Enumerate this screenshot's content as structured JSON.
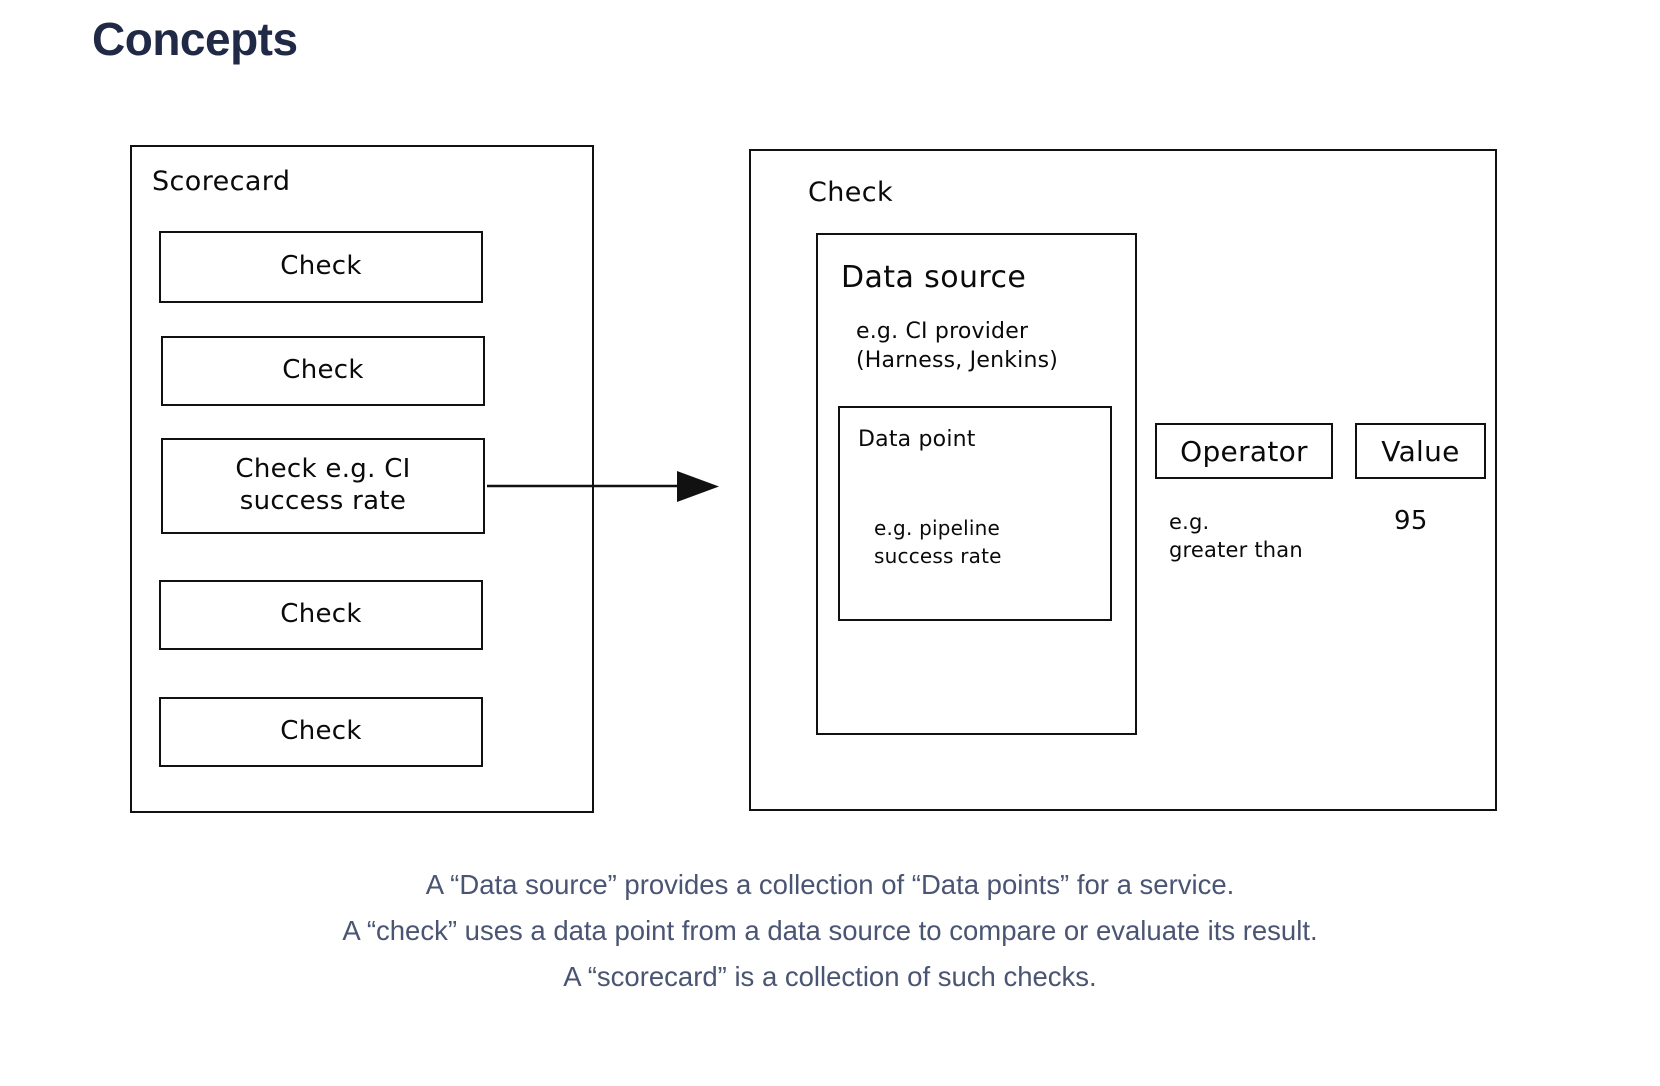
{
  "page": {
    "title": "Concepts",
    "title_color": "#202945",
    "background": "#ffffff",
    "stroke_color": "#111111",
    "caption_color": "#4a5573"
  },
  "scorecard": {
    "label": "Scorecard",
    "checks": [
      {
        "label": "Check"
      },
      {
        "label": "Check"
      },
      {
        "label": "Check e.g. CI\nsuccess rate"
      },
      {
        "label": "Check"
      },
      {
        "label": "Check"
      }
    ]
  },
  "arrow": {
    "icon": "arrow-right-icon",
    "direction": "right"
  },
  "check_detail": {
    "label": "Check",
    "data_source": {
      "label": "Data source",
      "example": "e.g. CI provider\n(Harness, Jenkins)",
      "data_point": {
        "label": "Data point",
        "example": "e.g. pipeline\nsuccess rate"
      }
    },
    "operator": {
      "label": "Operator",
      "example": "e.g.\ngreater than"
    },
    "value": {
      "label": "Value",
      "example": "95"
    }
  },
  "caption": {
    "lines": [
      "A “Data source” provides a collection of “Data points” for a service.",
      "A “check” uses a data point from a data source to compare or evaluate its result.",
      "A “scorecard” is a collection of such checks."
    ]
  }
}
